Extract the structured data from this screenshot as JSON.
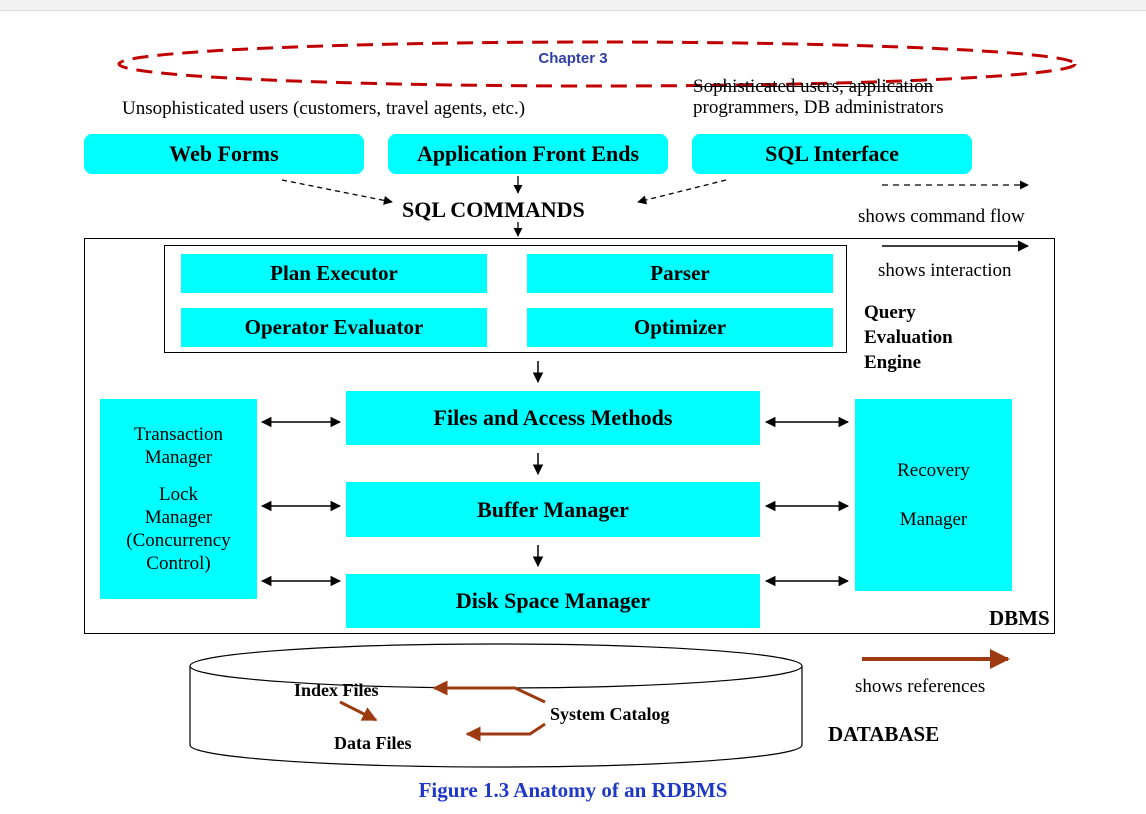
{
  "header": {
    "chapter_label": "Chapter 3"
  },
  "users": {
    "unsophisticated": "Unsophisticated users (customers, travel agents, etc.)",
    "sophisticated_line1": "Sophisticated users, application",
    "sophisticated_line2": "programmers, DB administrators"
  },
  "frontends": {
    "web_forms": "Web Forms",
    "app_front_ends": "Application Front Ends",
    "sql_interface": "SQL Interface"
  },
  "sql_commands": "SQL COMMANDS",
  "legend": {
    "command_flow": "shows command flow",
    "interaction": "shows interaction",
    "references": "shows references"
  },
  "query_engine": {
    "plan_executor": "Plan Executor",
    "parser": "Parser",
    "operator_evaluator": "Operator Evaluator",
    "optimizer": "Optimizer",
    "label_line1": "Query",
    "label_line2": "Evaluation",
    "label_line3": "Engine"
  },
  "layers": {
    "files_access": "Files and Access Methods",
    "buffer_manager": "Buffer Manager",
    "disk_space_manager": "Disk Space Manager"
  },
  "transaction": {
    "line1": "Transaction",
    "line2": "Manager",
    "line3": "Lock",
    "line4": "Manager",
    "line5": "(Concurrency",
    "line6": "Control)"
  },
  "recovery": {
    "line1": "Recovery",
    "line2": "Manager"
  },
  "dbms_label": "DBMS",
  "database": {
    "index_files": "Index Files",
    "data_files": "Data Files",
    "system_catalog": "System Catalog",
    "label": "DATABASE"
  },
  "caption": "Figure 1.3 Anatomy of an RDBMS",
  "colors": {
    "box_fill": "#00ffff",
    "ellipse": "#c00000",
    "reference_arrow": "#9c3a12",
    "caption": "#1f38c8",
    "chapter": "#2e3ea8"
  }
}
